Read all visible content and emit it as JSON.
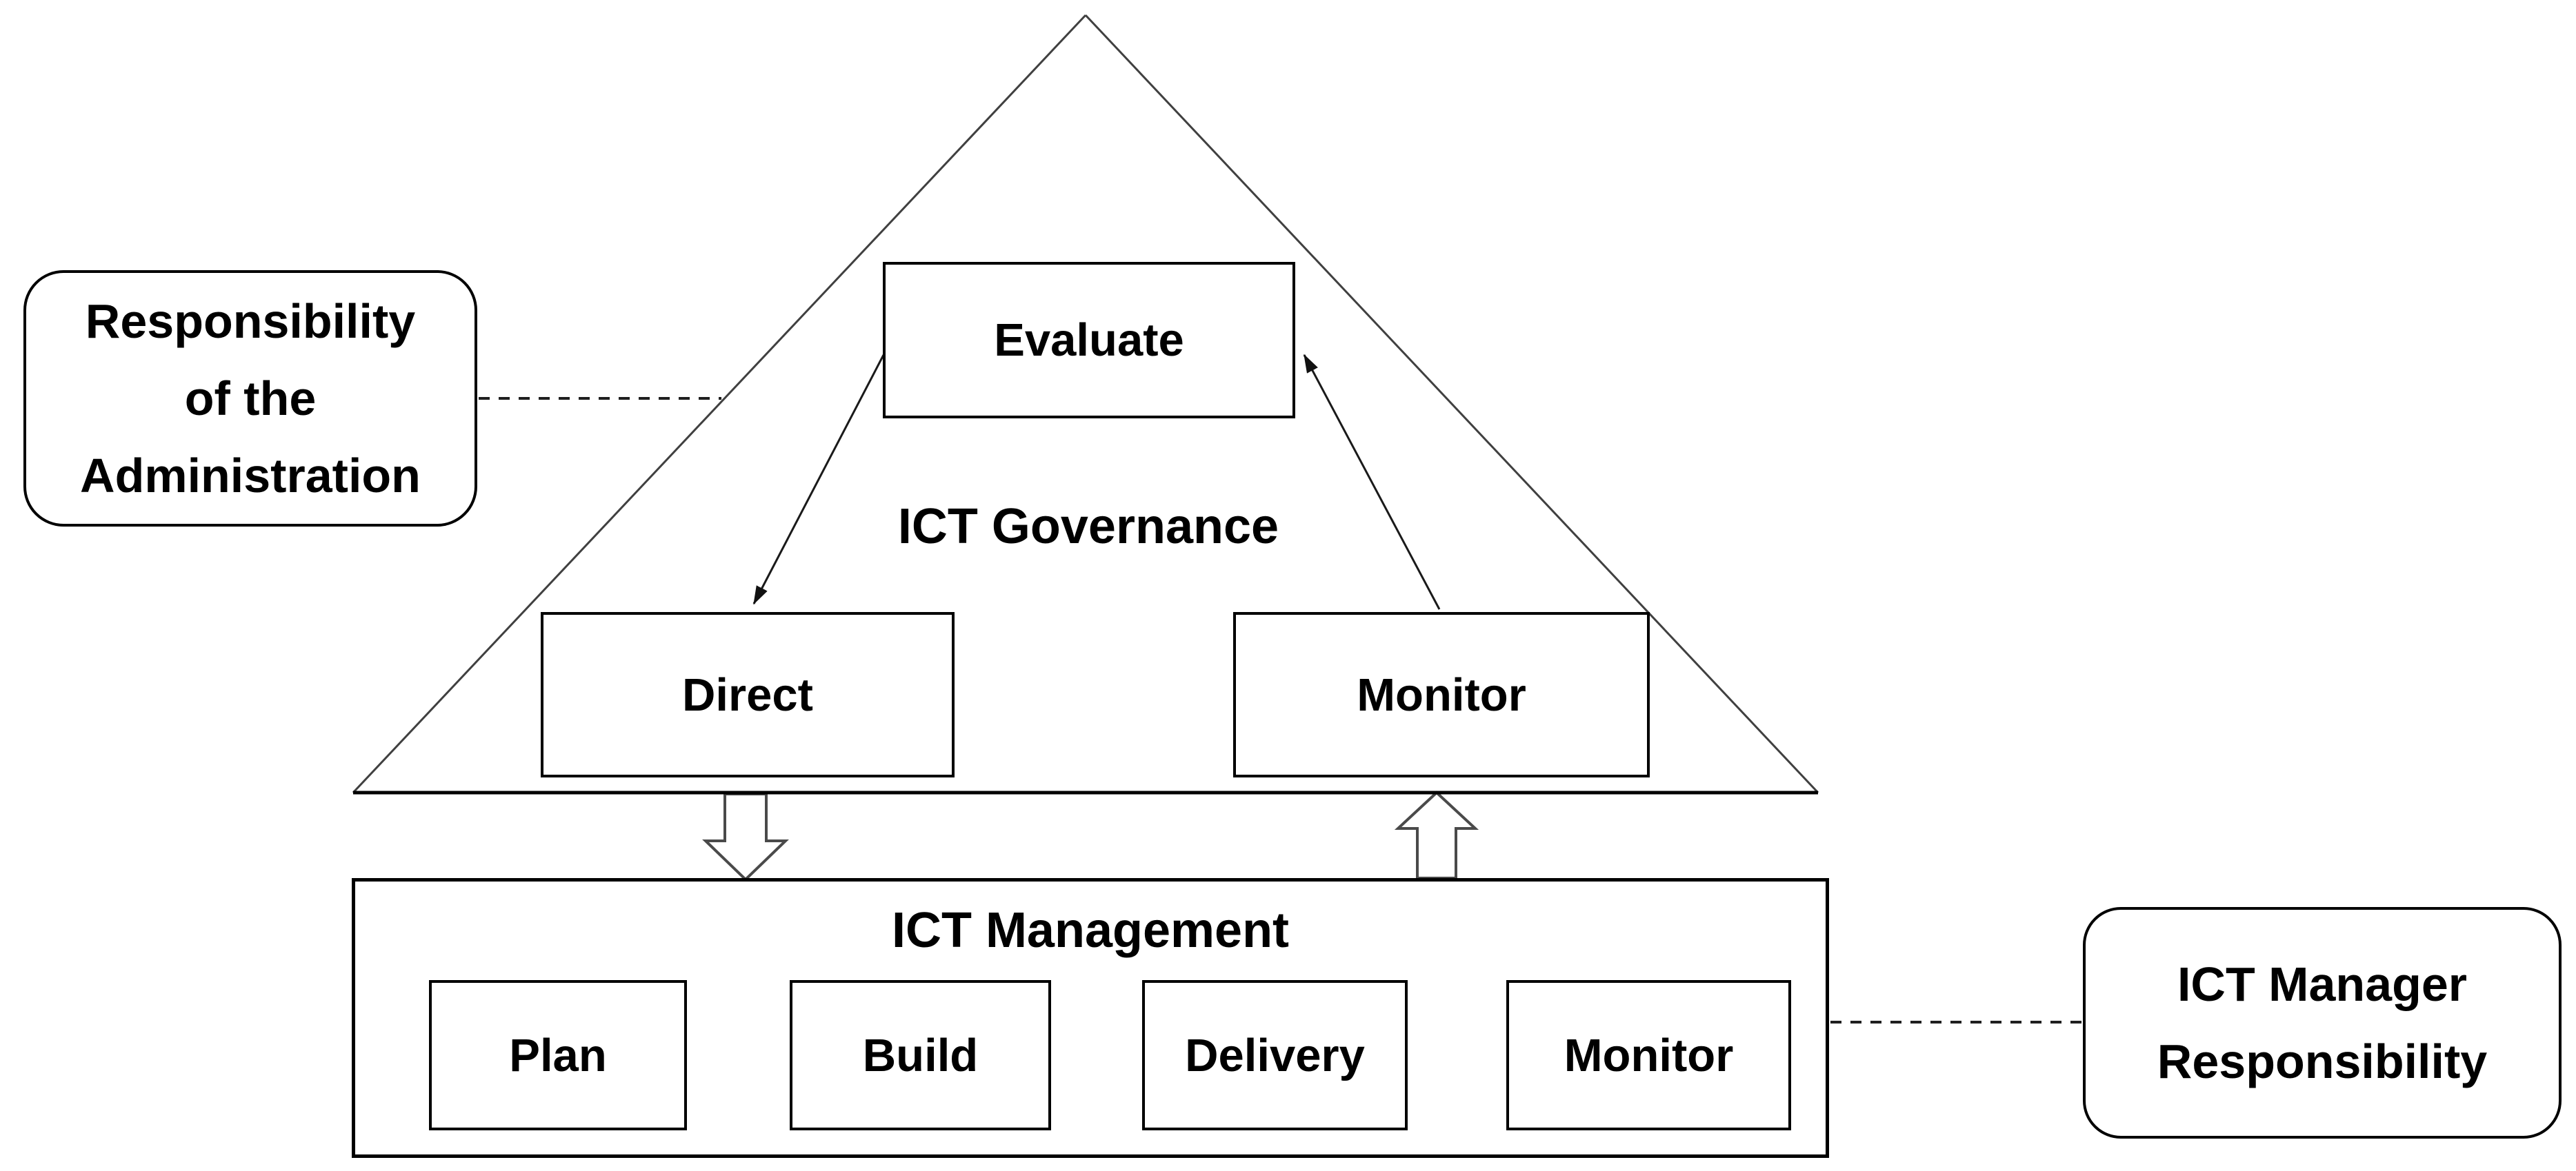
{
  "governance": {
    "label": "ICT Governance",
    "nodes": {
      "evaluate": "Evaluate",
      "direct": "Direct",
      "monitor": "Monitor"
    }
  },
  "management": {
    "label": "ICT Management",
    "nodes": {
      "plan": "Plan",
      "build": "Build",
      "delivery": "Delivery",
      "monitor": "Monitor"
    }
  },
  "callouts": {
    "administration": "Responsibility\nof the\nAdministration",
    "ict_manager": "ICT Manager\nResponsibility"
  },
  "colors": {
    "background": "#ffffff",
    "box_stroke": "#000000",
    "triangle_stroke": "#404040",
    "connector_stroke": "#1a1a1a",
    "flow_stroke": "#555555",
    "block_arrow_stroke": "#4a4a4a",
    "text": "#000000"
  }
}
